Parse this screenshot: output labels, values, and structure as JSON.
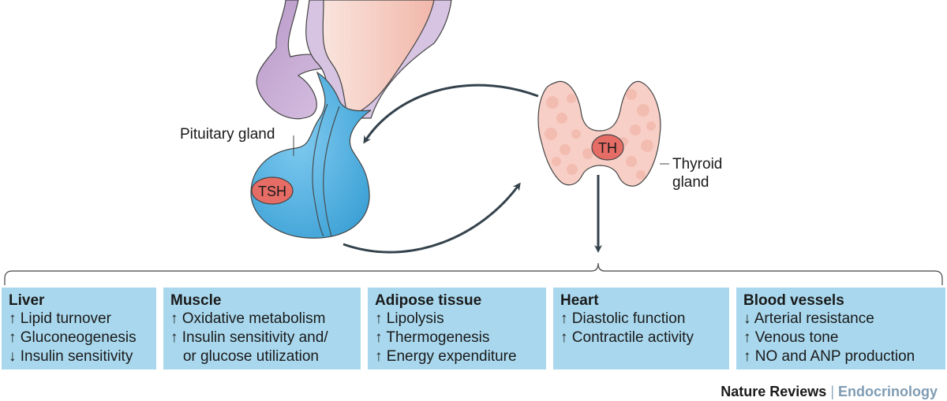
{
  "labels": {
    "pituitary": "Pituitary gland",
    "thyroid_line1": "Thyroid",
    "thyroid_line2": "gland",
    "tsh": "TSH",
    "th": "TH"
  },
  "boxes": [
    {
      "title": "Liver",
      "lines": [
        "↑ Lipid turnover",
        "↑ Gluconeogenesis",
        "↓ Insulin sensitivity"
      ]
    },
    {
      "title": "Muscle",
      "lines": [
        "↑  Oxidative metabolism",
        "↑ Insulin sensitivity and/",
        "   or glucose utilization"
      ]
    },
    {
      "title": "Adipose tissue",
      "lines": [
        "↑  Lipolysis",
        "↑  Thermogenesis",
        "↑  Energy expenditure"
      ]
    },
    {
      "title": "Heart",
      "lines": [
        "↑  Diastolic function",
        "↑  Contractile activity"
      ]
    },
    {
      "title": "Blood vessels",
      "lines": [
        "↓  Arterial resistance",
        "↑  Venous tone",
        "↑  NO and ANP production"
      ]
    }
  ],
  "footer": {
    "brand": "Nature Reviews",
    "separator": "|",
    "journal": "Endocrinology"
  },
  "colors": {
    "box_fill": "#a9d8ee",
    "pituitary_blue": "#5fb7e0",
    "hypothalamus_purple": "#c9acd6",
    "stalk_pink": "#f6cfc4",
    "thyroid_pink": "#f7cfc6",
    "hormone_red": "#e66d66",
    "arrow": "#34424c"
  },
  "icons": [
    "hypothalamus-shape",
    "pituitary-shape",
    "thyroid-shape",
    "feedback-arrow",
    "output-arrow",
    "target-brace"
  ]
}
